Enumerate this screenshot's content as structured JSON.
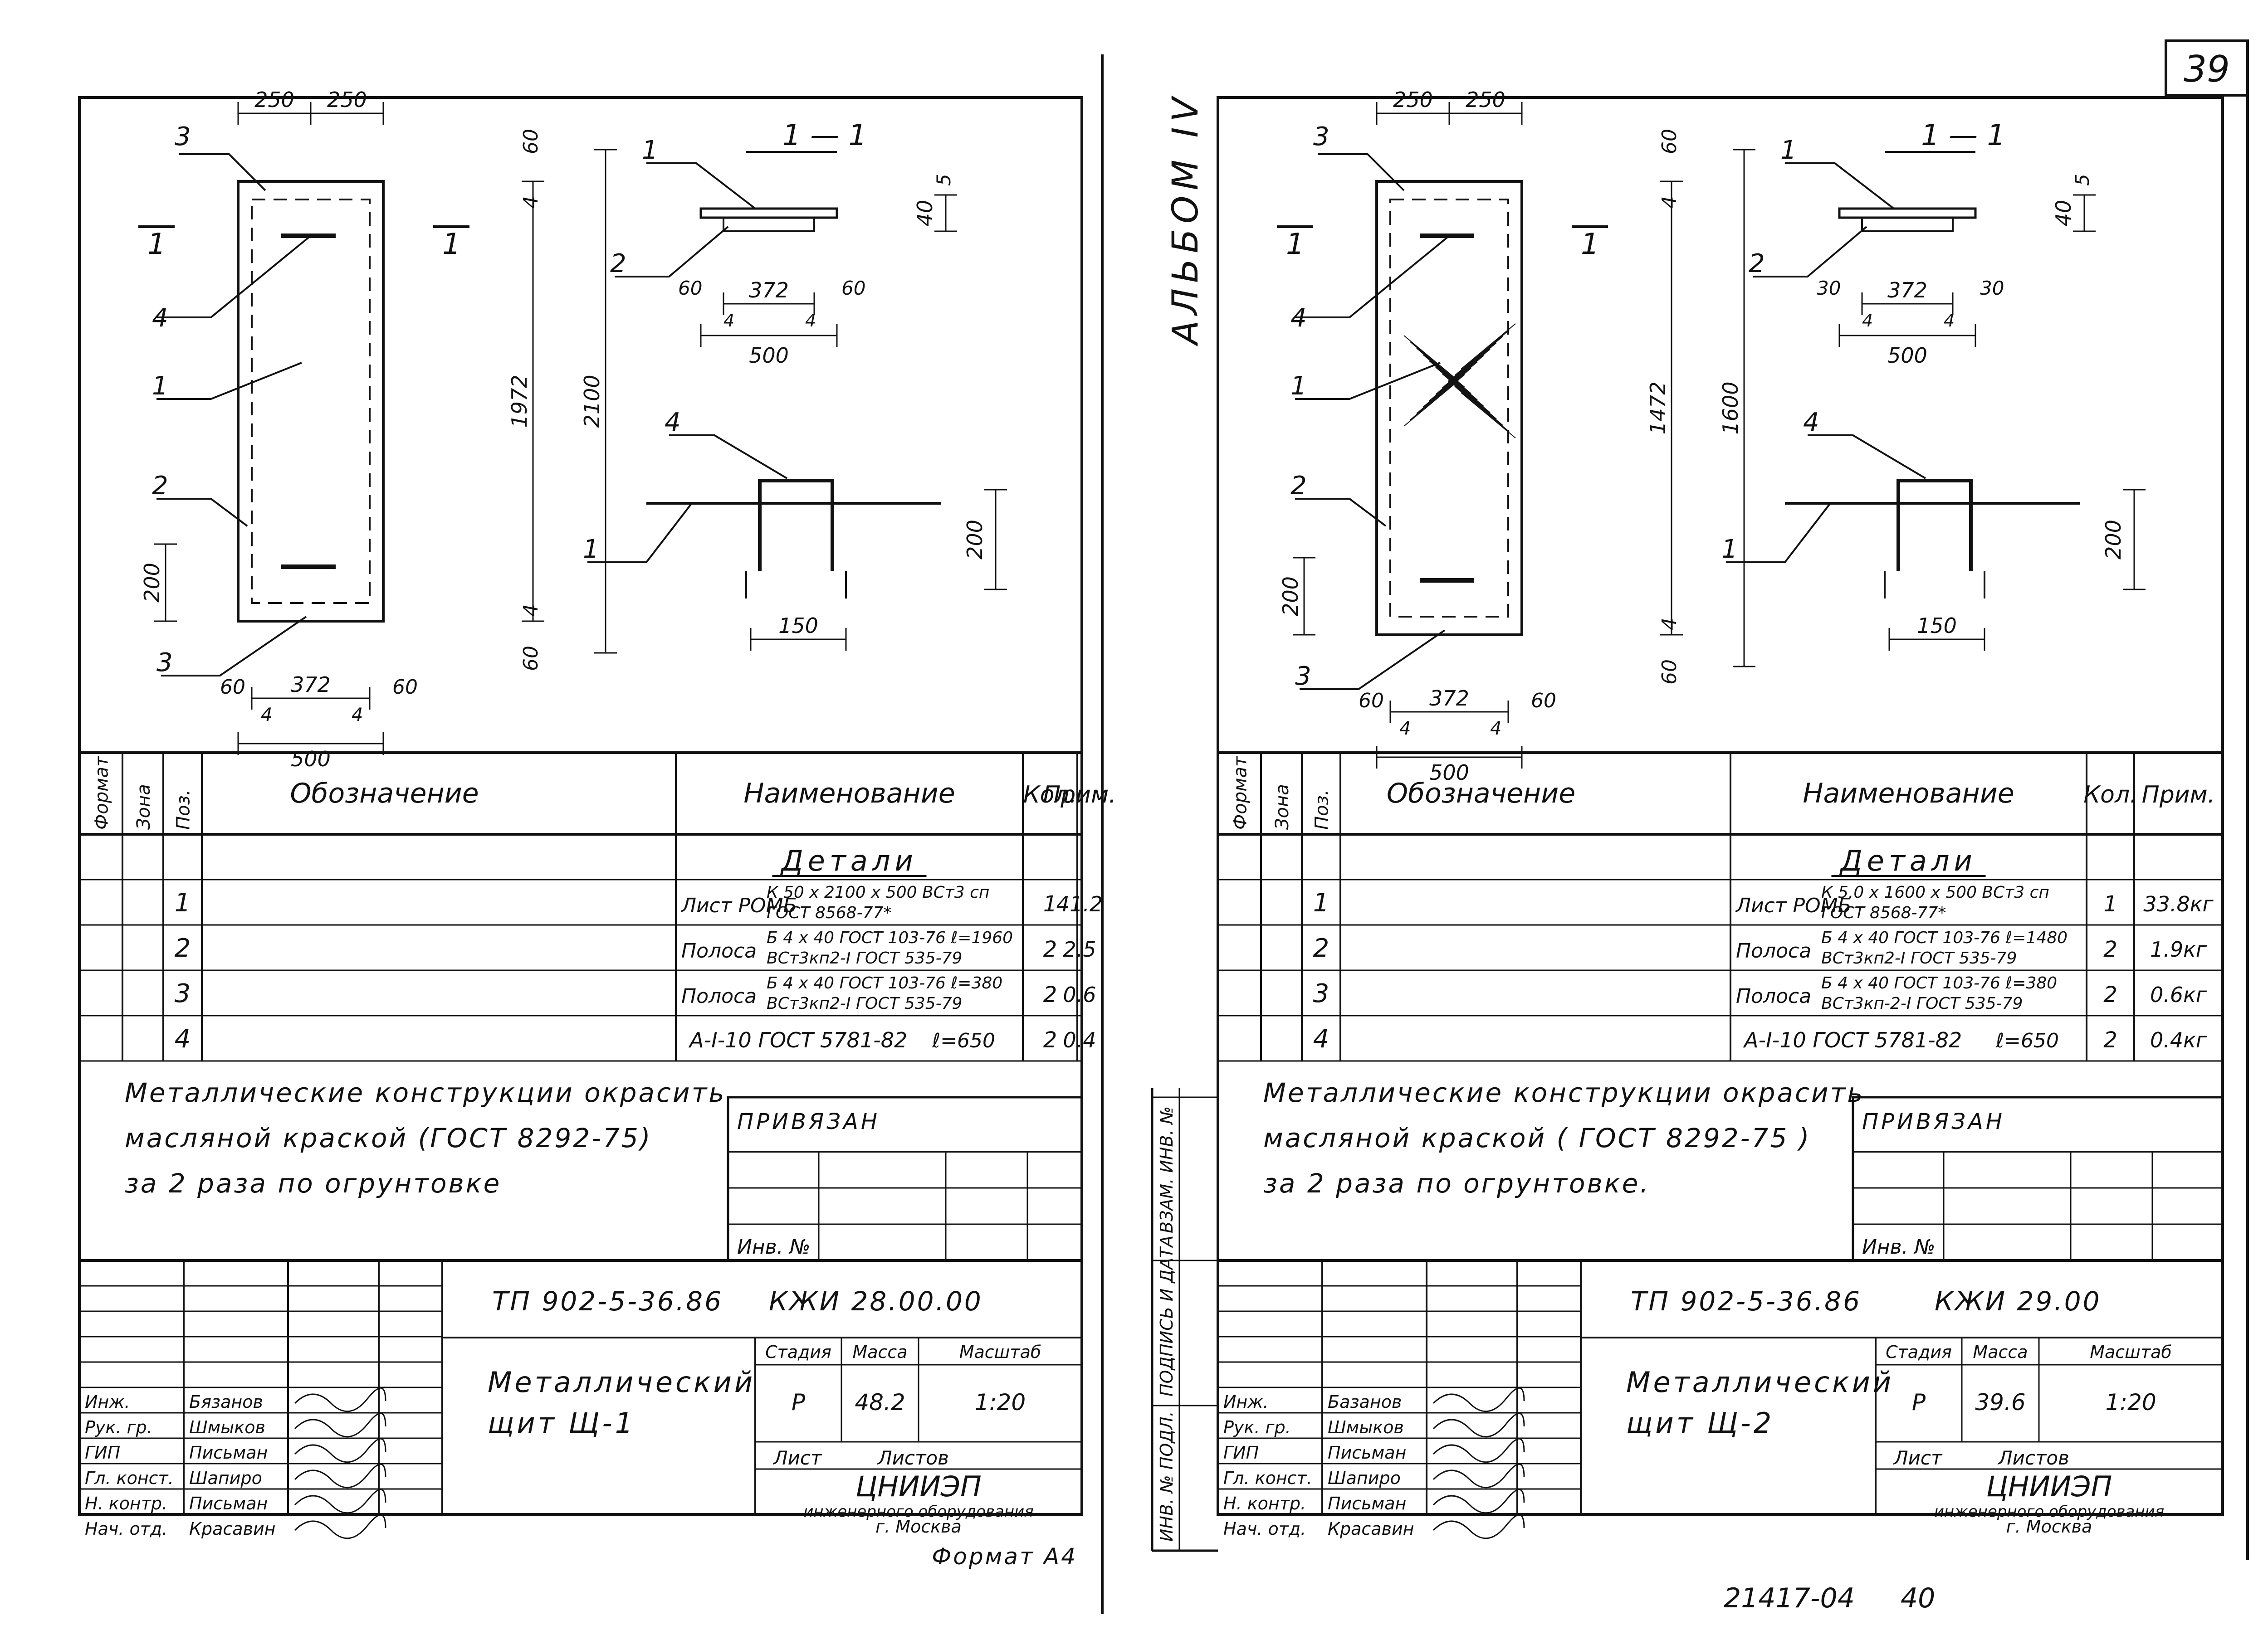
{
  "page_number": "39",
  "album_label": "АЛЬБОМ IV",
  "right_margin_stamps": [
    "ИНВ. № ПОДЛ.",
    "ПОДПИСЬ И ДАТА",
    "ВЗАМ. ИНВ. №"
  ],
  "bottom_right_code": "21417-04",
  "bottom_right_page": "40",
  "sheets": [
    {
      "id": "left",
      "drawing": {
        "section_label": "1 — 1",
        "cut_mark": "1",
        "positions": [
          "1",
          "2",
          "3",
          "4"
        ],
        "dims": {
          "top": [
            "250",
            "250"
          ],
          "right": [
            "60",
            "4",
            "1972",
            "2100",
            "4",
            "60"
          ],
          "left_200": "200",
          "bottom": [
            "60",
            "372",
            "60",
            "4",
            "4",
            "500"
          ],
          "section": [
            "5",
            "40",
            "60",
            "372",
            "60",
            "4",
            "4",
            "500"
          ],
          "detail": [
            "200",
            "150"
          ]
        }
      },
      "spec": {
        "headers": {
          "format": "Формат",
          "zone": "Зона",
          "pos": "Поз.",
          "designation": "Обозначение",
          "name": "Наименование",
          "qty": "Кол.",
          "note": "Прим."
        },
        "group": "Детали",
        "rows": [
          {
            "pos": "1",
            "name": "Лист РОМБ",
            "name_sup": "К 50 х 2100 х 500 ВСт3 сп",
            "name_sub": "ГОСТ 8568-77*",
            "qty": "1",
            "note": "41.2"
          },
          {
            "pos": "2",
            "name": "Полоса",
            "name_sup": "Б 4 х 40 ГОСТ 103-76  ℓ=1960",
            "name_sub": "ВСт3кп2-I ГОСТ 535-79",
            "qty": "2",
            "note": "2.5"
          },
          {
            "pos": "3",
            "name": "Полоса",
            "name_sup": "Б 4 х 40 ГОСТ 103-76  ℓ=380",
            "name_sub": "ВСт3кп2-I ГОСТ 535-79",
            "qty": "2",
            "note": "0.6"
          },
          {
            "pos": "4",
            "name": "А-I-10 ГОСТ 5781-82",
            "name_sup": "ℓ=650",
            "name_sub": "",
            "qty": "2",
            "note": "0.4"
          }
        ]
      },
      "notes": [
        "Металлические конструкции окрасить",
        "масляной краской (ГОСТ 8292-75)",
        "за 2 раза по огрунтовке"
      ],
      "privyazan": "ПРИВЯЗАН",
      "inv_no": "Инв. №",
      "doc_code": "ТП 902-5-36.86",
      "doc_mark": "КЖИ 28.00.00",
      "title": [
        "Металлический",
        "щит  Щ-1"
      ],
      "stage_hdr": [
        "Стадия",
        "Масса",
        "Масштаб"
      ],
      "stage_vals": [
        "Р",
        "48.2",
        "1:20"
      ],
      "sheet_lbl": [
        "Лист",
        "Листов"
      ],
      "org": [
        "ЦНИИЭП",
        "инженерного оборудования",
        "г. Москва"
      ],
      "signers": [
        [
          "Инж.",
          "Бязанов"
        ],
        [
          "Рук. гр.",
          "Шмыков"
        ],
        [
          "ГИП",
          "Письман"
        ],
        [
          "Гл. конст.",
          "Шапиро"
        ],
        [
          "Н. контр.",
          "Письман"
        ],
        [
          "Нач. отд.",
          "Красавин"
        ]
      ],
      "format": "Формат А4"
    },
    {
      "id": "right",
      "drawing": {
        "section_label": "1 — 1",
        "cut_mark": "1",
        "positions": [
          "1",
          "2",
          "3",
          "4"
        ],
        "dims": {
          "top": [
            "250",
            "250"
          ],
          "right": [
            "60",
            "4",
            "1472",
            "1600",
            "4",
            "60"
          ],
          "left_200": "200",
          "bottom": [
            "60",
            "372",
            "60",
            "4",
            "4",
            "500"
          ],
          "section": [
            "5",
            "40",
            "30",
            "372",
            "30",
            "4",
            "4",
            "500"
          ],
          "detail": [
            "200",
            "150"
          ]
        }
      },
      "spec": {
        "headers": {
          "format": "Формат",
          "zone": "Зона",
          "pos": "Поз.",
          "designation": "Обозначение",
          "name": "Наименование",
          "qty": "Кол.",
          "note": "Прим."
        },
        "group": "Детали",
        "rows": [
          {
            "pos": "1",
            "name": "Лист РОМБ",
            "name_sup": "К 5.0 х 1600 х 500 ВСт3 сп",
            "name_sub": "ГОСТ 8568-77*",
            "qty": "1",
            "note": "33.8кг"
          },
          {
            "pos": "2",
            "name": "Полоса",
            "name_sup": "Б 4 х 40 ГОСТ 103-76  ℓ=1480",
            "name_sub": "ВСт3кп2-I ГОСТ 535-79",
            "qty": "2",
            "note": "1.9кг"
          },
          {
            "pos": "3",
            "name": "Полоса",
            "name_sup": "Б 4 х 40 ГОСТ 103-76  ℓ=380",
            "name_sub": "ВСт3кп-2-I ГОСТ 535-79",
            "qty": "2",
            "note": "0.6кг"
          },
          {
            "pos": "4",
            "name": "А-I-10 ГОСТ 5781-82",
            "name_sup": "ℓ=650",
            "name_sub": "",
            "qty": "2",
            "note": "0.4кг"
          }
        ]
      },
      "notes": [
        "Металлические конструкции окрасить",
        "масляной краской ( ГОСТ 8292-75 )",
        "за 2 раза по огрунтовке."
      ],
      "privyazan": "ПРИВЯЗАН",
      "inv_no": "Инв. №",
      "doc_code": "ТП 902-5-36.86",
      "doc_mark": "КЖИ 29.00",
      "title": [
        "Металлический",
        "щит  Щ-2"
      ],
      "stage_hdr": [
        "Стадия",
        "Масса",
        "Масштаб"
      ],
      "stage_vals": [
        "Р",
        "39.6",
        "1:20"
      ],
      "sheet_lbl": [
        "Лист",
        "Листов"
      ],
      "org": [
        "ЦНИИЭП",
        "инженерного оборудования",
        "г. Москва"
      ],
      "signers": [
        [
          "Инж.",
          "Базанов"
        ],
        [
          "Рук. гр.",
          "Шмыков"
        ],
        [
          "ГИП",
          "Письман"
        ],
        [
          "Гл. конст.",
          "Шапиро"
        ],
        [
          "Н. контр.",
          "Письман"
        ],
        [
          "Нач. отд.",
          "Красавин"
        ]
      ],
      "format": ""
    }
  ]
}
